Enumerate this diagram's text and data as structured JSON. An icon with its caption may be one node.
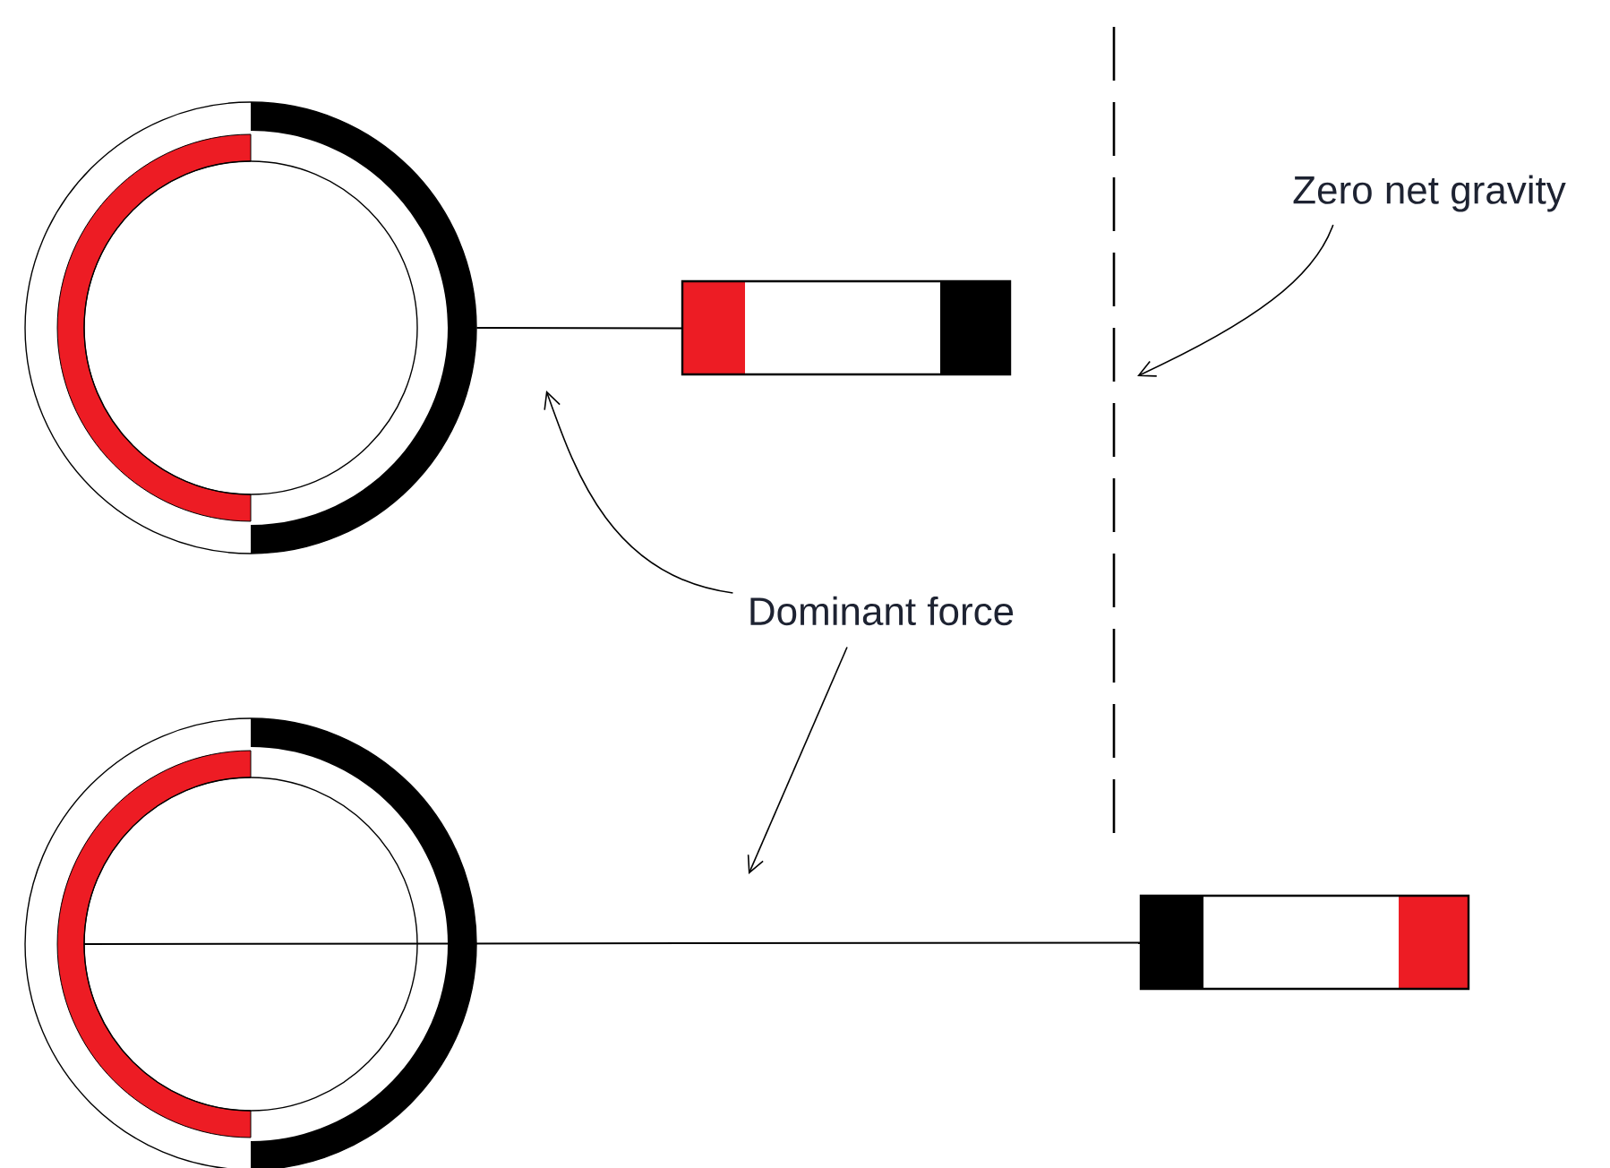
{
  "diagram": {
    "nodes": [
      {
        "text": [],
        "shape": "circle"
      },
      {
        "text": [],
        "shape": "bar"
      },
      {
        "text": [],
        "shape": "circle"
      },
      {
        "text": [],
        "shape": "bar"
      },
      {
        "text": [
          "Dominant force"
        ]
      },
      {
        "text": [
          "Zero net gravity"
        ]
      },
      {
        "text": [],
        "shape": "line"
      }
    ],
    "edges": [
      {
        "from": 0,
        "to": 1,
        "arrow": "none"
      },
      {
        "from": 2,
        "to": 3,
        "arrow": "none"
      },
      {
        "from": 4,
        "to": null,
        "arrow": "to"
      },
      {
        "from": 4,
        "to": null,
        "arrow": "to"
      },
      {
        "from": 5,
        "to": 6,
        "arrow": "to"
      }
    ]
  }
}
